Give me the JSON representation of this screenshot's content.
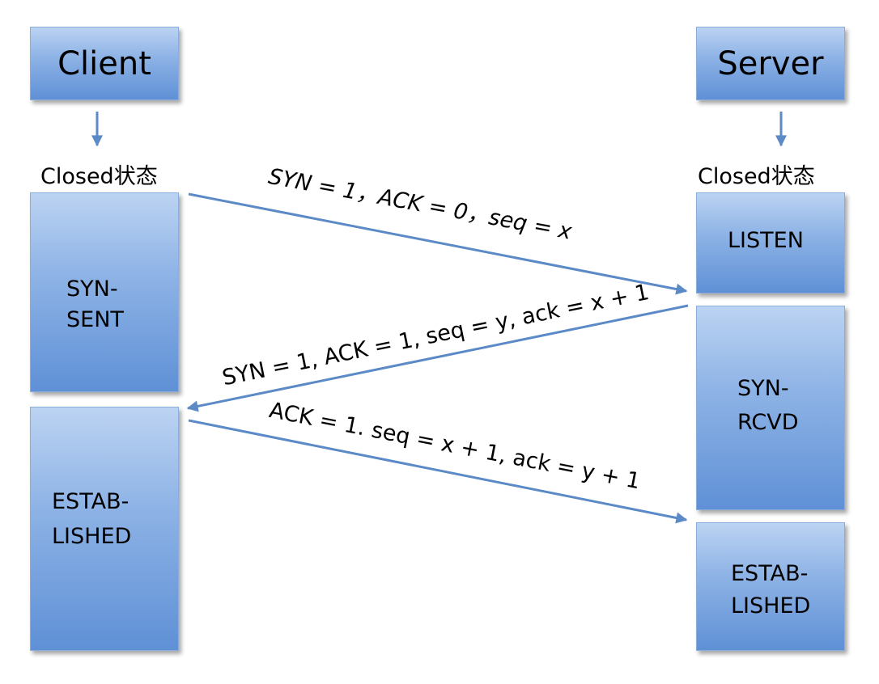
{
  "client": {
    "title": "Client",
    "closed_label": "Closed状态",
    "states": [
      {
        "line1": "SYN-",
        "line2": "SENT"
      },
      {
        "line1": "ESTAB-",
        "line2": "LISHED"
      }
    ]
  },
  "server": {
    "title": "Server",
    "closed_label": "Closed状态",
    "states": [
      {
        "line1": "LISTEN",
        "line2": ""
      },
      {
        "line1": "SYN-",
        "line2": "RCVD"
      },
      {
        "line1": "ESTAB-",
        "line2": "LISHED"
      }
    ]
  },
  "messages": [
    {
      "text": "SYN = 1，ACK = 0，seq = x",
      "direction": "client-to-server"
    },
    {
      "text": "SYN = 1, ACK = 1, seq = y, ack = x + 1",
      "direction": "server-to-client"
    },
    {
      "text": "ACK = 1. seq = x + 1, ack = y + 1",
      "direction": "client-to-server"
    }
  ],
  "colors": {
    "arrow": "#5b8ac7",
    "box_top": "#bcd3f2",
    "box_bottom": "#5f90d6"
  }
}
